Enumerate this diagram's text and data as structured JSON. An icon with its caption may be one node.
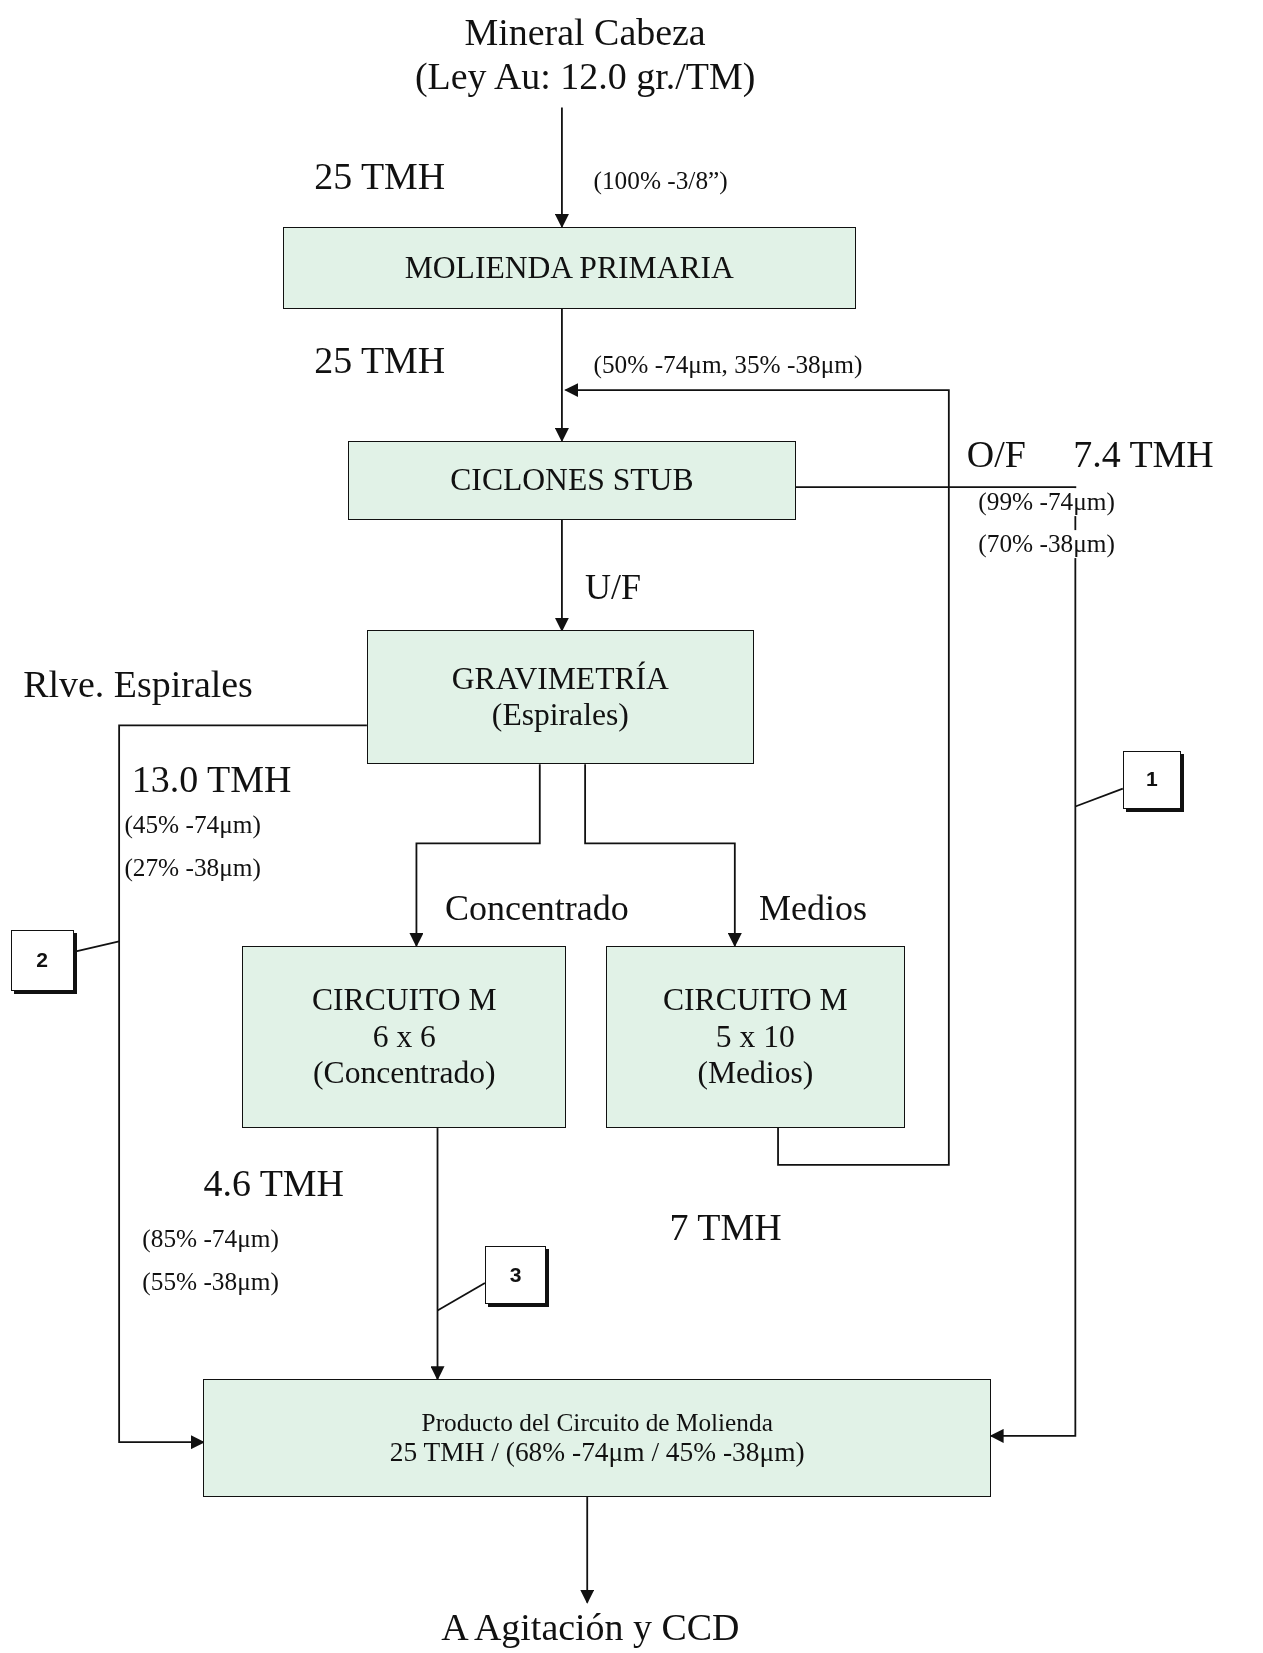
{
  "diagram": {
    "nodes": [
      {
        "text": [
          "Mineral Cabeza",
          "(Ley Au: 12.0 gr./TM)"
        ]
      },
      {
        "text": [
          "MOLIENDA PRIMARIA"
        ]
      },
      {
        "text": [
          "CICLONES STUB"
        ]
      },
      {
        "text": [
          "GRAVIMETRÍA",
          "(Espirales)"
        ]
      },
      {
        "text": [
          "CIRCUITO M 6 x 6",
          "(Concentrado)"
        ]
      },
      {
        "text": [
          "CIRCUITO M 5 x 10",
          "(Medios)"
        ]
      },
      {
        "text": [
          "Producto del Circuito de Molienda",
          "25 TMH / (68% -74μm / 45% -38μm)"
        ]
      },
      {
        "text": [
          "A Agitación y CCD"
        ]
      },
      {
        "text": [
          "1"
        ]
      },
      {
        "text": [
          "2"
        ]
      },
      {
        "text": [
          "3"
        ]
      }
    ],
    "edges": [
      {
        "from": 0,
        "to": 1,
        "arrow": "to"
      },
      {
        "from": 1,
        "to": 2,
        "arrow": "to"
      },
      {
        "from": 5,
        "to": 2,
        "arrow": "to"
      },
      {
        "from": 2,
        "to": 6,
        "arrow": "to"
      },
      {
        "from": 2,
        "to": 3,
        "arrow": "to",
        "label": "U/F"
      },
      {
        "from": 3,
        "to": 4,
        "arrow": "to",
        "label": "Concentrado"
      },
      {
        "from": 3,
        "to": 5,
        "arrow": "to",
        "label": "Medios"
      },
      {
        "from": 3,
        "to": 6,
        "arrow": "to"
      },
      {
        "from": 4,
        "to": 6,
        "arrow": "to"
      },
      {
        "from": 6,
        "to": 7,
        "arrow": "to"
      },
      {
        "from": 8,
        "to": null,
        "arrow": "none"
      },
      {
        "from": 9,
        "to": null,
        "arrow": "none"
      },
      {
        "from": 10,
        "to": null,
        "arrow": "none"
      }
    ],
    "labels": [
      "25 TMH",
      "(100% -3/8”)",
      "25 TMH",
      "(50% -74μm, 35% -38μm)",
      "O/F",
      "7.4 TMH",
      "(99% -74μm)",
      "(70% -38μm)",
      "Rlve. Espirales",
      "13.0 TMH",
      "(45% -74μm)",
      "(27% -38μm)",
      "4.6 TMH",
      "(85% -74μm)",
      "(55% -38μm)",
      "7 TMH"
    ]
  }
}
